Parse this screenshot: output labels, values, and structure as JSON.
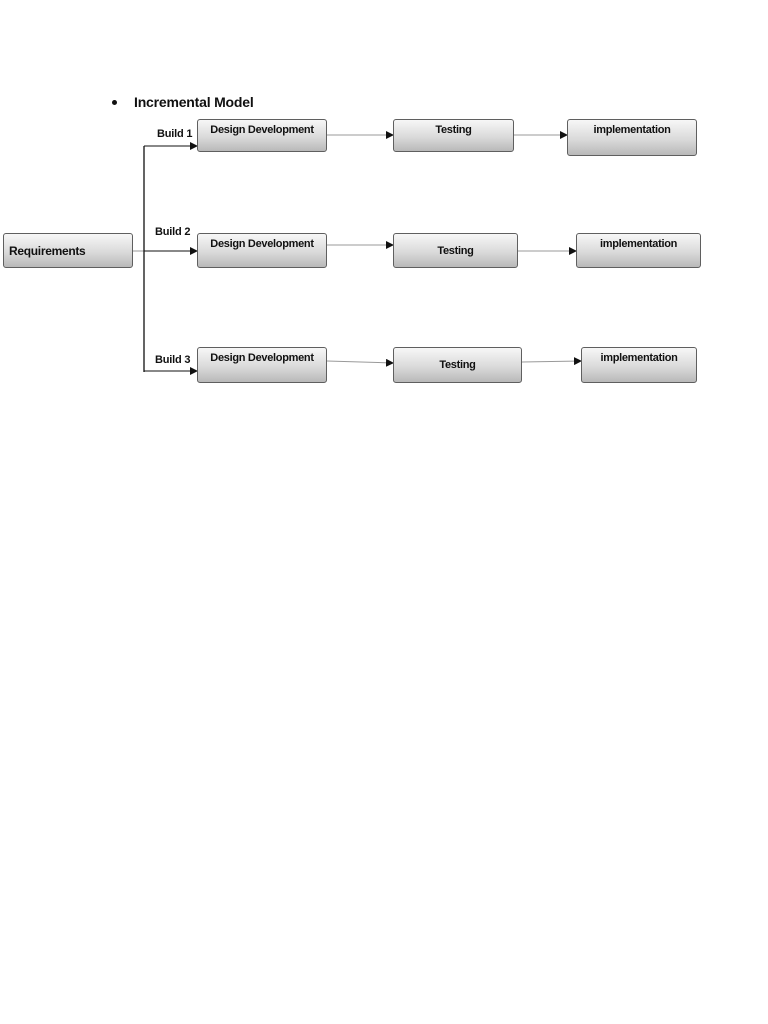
{
  "heading": "Incremental Model",
  "diagram": {
    "requirements": "Requirements",
    "builds": [
      {
        "label": "Build 1",
        "design": "Design Development",
        "testing": "Testing",
        "implementation": "implementation"
      },
      {
        "label": "Build 2",
        "design": "Design Development",
        "testing": "Testing",
        "implementation": "implementation"
      },
      {
        "label": "Build 3",
        "design": "Design Development",
        "testing": "Testing",
        "implementation": "implementation"
      }
    ]
  }
}
